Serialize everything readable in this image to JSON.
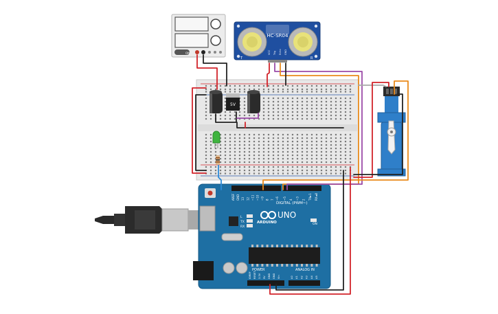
{
  "power_supply": {
    "button_label": "ON"
  },
  "sensor": {
    "model": "HC-SR04",
    "corner_left": "T",
    "corner_right": "R",
    "pins": [
      "VCC",
      "Trig",
      "Echo",
      "GND"
    ]
  },
  "regulator": {
    "label": "5V"
  },
  "arduino": {
    "brand": "ARDUINO",
    "model": "UNO",
    "digital_header": "DIGITAL (PWM~)",
    "power_header": "POWER",
    "analog_header": "ANALOG IN",
    "leds": [
      "L",
      "TX",
      "RX"
    ],
    "on_label": "ON",
    "digital_pins": [
      "AREF",
      "GND",
      "13",
      "12",
      "~11",
      "~10",
      "~9",
      "8",
      "7",
      "~6",
      "~5",
      "4",
      "~3",
      "2",
      "TX►1",
      "RX◄0"
    ],
    "power_pins": [
      "IOREF",
      "RESET",
      "3.3V",
      "5V",
      "GND",
      "GND",
      "Vin"
    ],
    "analog_pins": [
      "A0",
      "A1",
      "A2",
      "A3",
      "A4",
      "A5"
    ]
  },
  "colors": {
    "wire_red": "#d2232a",
    "wire_black": "#222222",
    "wire_purple": "#9b4aa8",
    "wire_orange": "#e98a1b",
    "wire_blue": "#2e8bd8",
    "arduino_board": "#1e6fa3",
    "sensor_board": "#1f4fa0",
    "servo_body": "#2f7fc9",
    "led": "#3fb43f"
  }
}
